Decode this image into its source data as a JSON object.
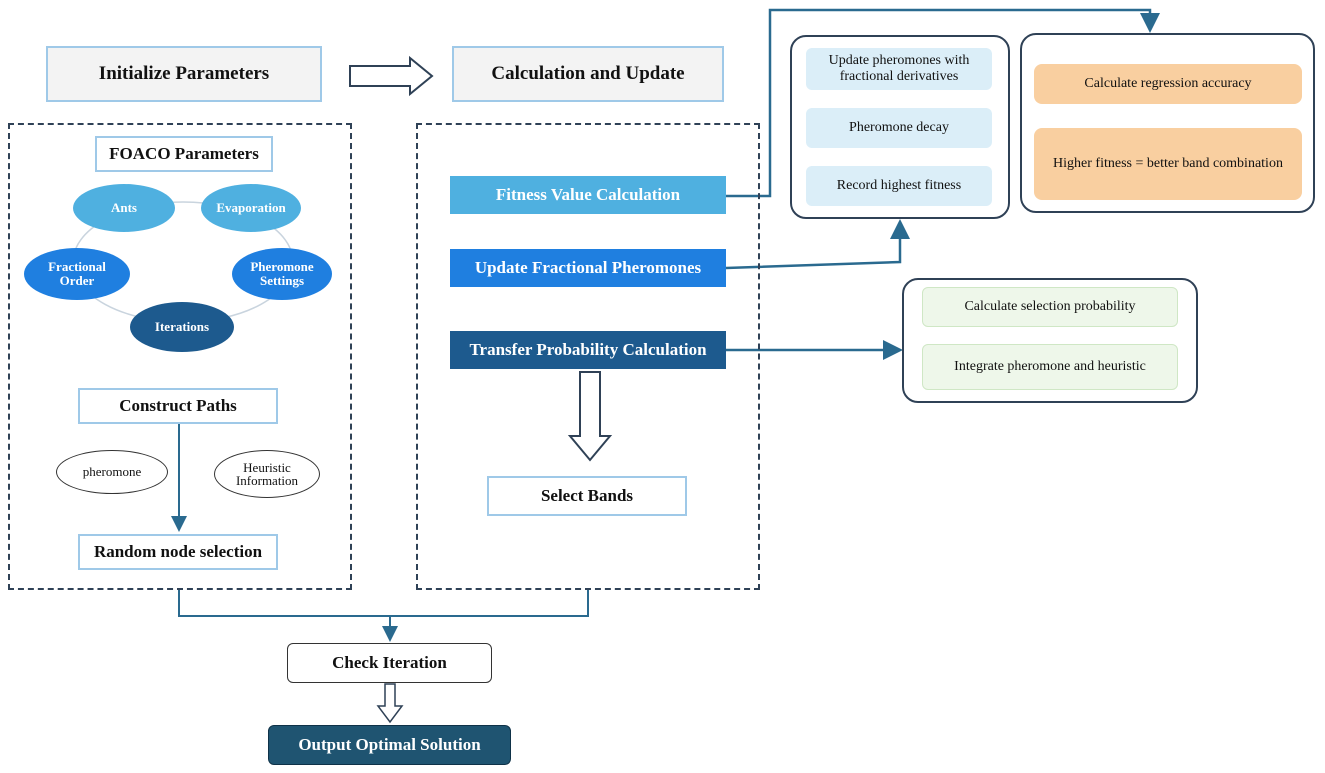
{
  "header": {
    "initialize": "Initialize Parameters",
    "calculation": "Calculation and Update"
  },
  "left_panel": {
    "title": "FOACO Parameters",
    "nodes": {
      "ants": "Ants",
      "evaporation": "Evaporation",
      "fractional_order": "Fractional Order",
      "pheromone_settings": "Pheromone Settings",
      "iterations": "Iterations"
    },
    "construct_paths": "Construct Paths",
    "pheromone": "pheromone",
    "heuristic": "Heuristic Information",
    "random_node": "Random node selection"
  },
  "middle_panel": {
    "fitness": "Fitness Value Calculation",
    "update_pheromones": "Update Fractional Pheromones",
    "transfer": "Transfer Probability Calculation",
    "select_bands": "Select Bands"
  },
  "pheromone_panel": {
    "items": [
      "Update pheromones with fractional derivatives",
      "Pheromone decay",
      "Record highest fitness"
    ]
  },
  "fitness_panel": {
    "items": [
      "Calculate regression accuracy",
      "Higher fitness = better band combination"
    ]
  },
  "probability_panel": {
    "items": [
      "Calculate selection probability",
      "Integrate pheromone and heuristic"
    ]
  },
  "footer": {
    "check_iteration": "Check Iteration",
    "output": "Output Optimal Solution"
  },
  "colors": {
    "light_blue": "#4fb0e0",
    "mid_blue": "#1f7fe0",
    "dark_blue": "#1d5a8e",
    "navy": "#1f5471",
    "peach": "#f9cfa0",
    "sky": "#dbeef8",
    "mint": "#eef7ea"
  }
}
